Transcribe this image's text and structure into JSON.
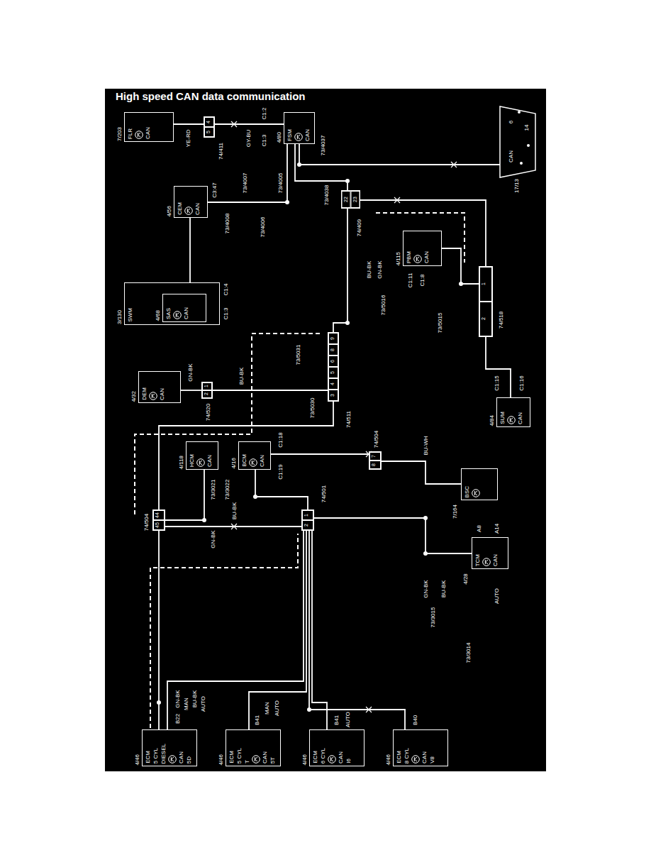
{
  "diagram": {
    "title": "High speed CAN data communication",
    "nodes": [
      {
        "text": [
          "7/203",
          "FLR",
          "CAN"
        ]
      },
      {
        "text": [
          "74/411",
          "4",
          "5"
        ]
      },
      {
        "text": [
          "4/80",
          "FSM",
          "CAN"
        ]
      },
      {
        "text": [
          "17/13",
          "CAN"
        ]
      },
      {
        "text": [
          "4/56",
          "CEM",
          "CAN"
        ]
      },
      {
        "text": [
          "74/409",
          "22",
          "23"
        ]
      },
      {
        "text": [
          "3/130",
          "SWM"
        ]
      },
      {
        "text": [
          "4/68",
          "SAS",
          "CAN"
        ],
        "in": 6
      },
      {
        "text": [
          "4/115",
          "PBM",
          "CAN"
        ]
      },
      {
        "text": [
          "74/518",
          "1",
          "2"
        ]
      },
      {
        "text": [
          "4/32",
          "DEM",
          "CAN"
        ]
      },
      {
        "text": [
          "74/520",
          "1",
          "2"
        ]
      },
      {
        "text": [
          "74/511",
          "9",
          "8",
          "6",
          "5",
          "4",
          "3"
        ]
      },
      {
        "text": [
          "4/84",
          "SUM",
          "CAN"
        ]
      },
      {
        "text": [
          "4/118",
          "HCM",
          "CAN"
        ]
      },
      {
        "text": [
          "4/16",
          "BCM",
          "CAN"
        ]
      },
      {
        "text": [
          "74/504",
          "7",
          "8"
        ]
      },
      {
        "text": [
          "7/164",
          "BSC"
        ]
      },
      {
        "text": [
          "74/504",
          "44",
          "45"
        ]
      },
      {
        "text": [
          "74/501",
          "1",
          "2"
        ]
      },
      {
        "text": [
          "4/28",
          "TCM",
          "CAN"
        ]
      },
      {
        "text": [
          "4/46",
          "ECM",
          "5 CYL",
          "DIESEL",
          "CAN",
          "5D"
        ]
      },
      {
        "text": [
          "4/46",
          "ECM",
          "5 CYL",
          "T",
          "CAN",
          "5T"
        ]
      },
      {
        "text": [
          "4/46",
          "ECM",
          "6 CYL",
          "CAN",
          "I6"
        ]
      },
      {
        "text": [
          "4/46",
          "ECM",
          "8 CYL",
          "CAN",
          "V8"
        ]
      }
    ],
    "edges": [
      {
        "from": 0,
        "to": 1,
        "arrow": "none"
      },
      {
        "from": 1,
        "to": 2,
        "arrow": "none"
      },
      {
        "from": 2,
        "to": 3,
        "arrow": "none"
      },
      {
        "from": 4,
        "to": 2,
        "arrow": "none"
      },
      {
        "from": 4,
        "to": 6,
        "arrow": "none"
      },
      {
        "from": 2,
        "to": 5,
        "arrow": "none"
      },
      {
        "from": 5,
        "to": 12,
        "arrow": "none"
      },
      {
        "from": 5,
        "to": 9,
        "arrow": "none"
      },
      {
        "from": 8,
        "to": 9,
        "arrow": "none"
      },
      {
        "from": 9,
        "to": 13,
        "arrow": "none"
      },
      {
        "from": 12,
        "to": 11,
        "arrow": "none"
      },
      {
        "from": 11,
        "to": 10,
        "arrow": "none"
      },
      {
        "from": 12,
        "to": 18,
        "arrow": "none"
      },
      {
        "from": 18,
        "to": 14,
        "arrow": "none"
      },
      {
        "from": 18,
        "to": 19,
        "arrow": "none"
      },
      {
        "from": 15,
        "to": 19,
        "arrow": "none"
      },
      {
        "from": 15,
        "to": 16,
        "arrow": "none"
      },
      {
        "from": 16,
        "to": 17,
        "arrow": "none"
      },
      {
        "from": 19,
        "to": 20,
        "arrow": "none"
      },
      {
        "from": 19,
        "to": 21,
        "arrow": "none"
      },
      {
        "from": 19,
        "to": 22,
        "arrow": "none"
      },
      {
        "from": 19,
        "to": 23,
        "arrow": "none"
      },
      {
        "from": 19,
        "to": 24,
        "arrow": "none"
      },
      {
        "from": 18,
        "to": 21,
        "arrow": "none"
      }
    ],
    "labels": [
      "73/4007",
      "73/4037",
      "C1:2",
      "C1:3",
      "C3:47",
      "73/4005",
      "73/4038",
      "73/4008",
      "73/4006",
      "6",
      "14",
      "BU-BK",
      "GN-BK",
      "C1:4",
      "C1:3",
      "C1:11",
      "C1:8",
      "73/5016",
      "73/5015",
      "73/5031",
      "GN-BK",
      "BU-BK",
      "73/5030",
      "C1:15",
      "C1:16",
      "C1:18",
      "C1:19",
      "BU-WH",
      "73/3021",
      "73/3022",
      "BU-BK",
      "GN-BK",
      "A8",
      "A14",
      "GN-BK",
      "BU-BK",
      "AUTO",
      "73/3015",
      "73/3014",
      "GN-BK",
      "B22",
      "MAN",
      "BU-BK",
      "AUTO",
      "B41",
      "MAN",
      "AUTO",
      "B41",
      "AUTO",
      "B40",
      "YE-RD",
      "GY-BU"
    ]
  }
}
